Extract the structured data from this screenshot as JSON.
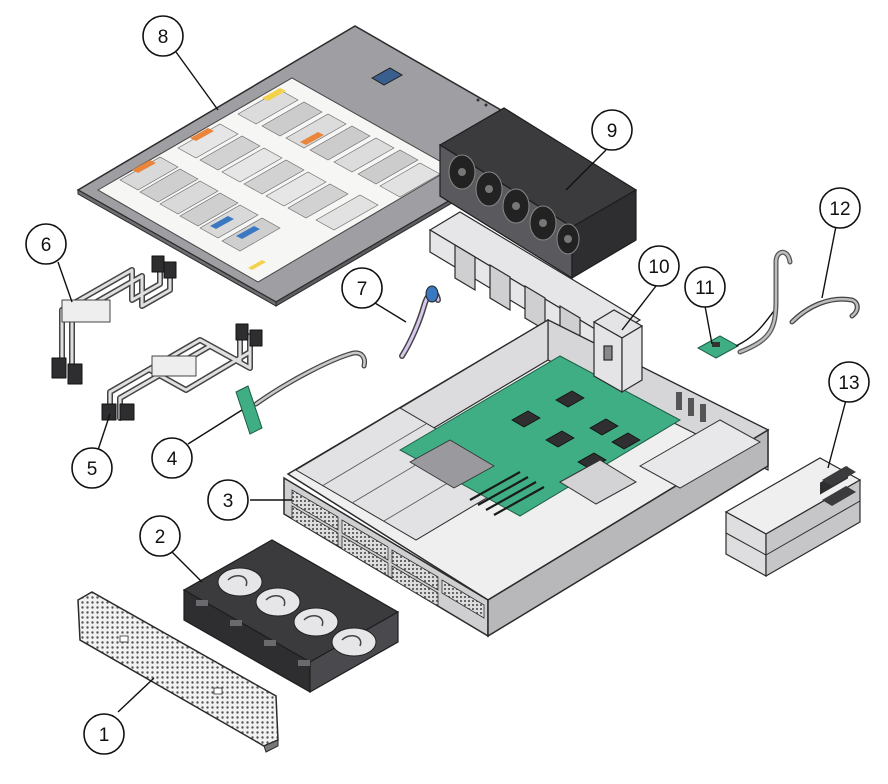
{
  "callouts": [
    {
      "id": "1",
      "label": "1"
    },
    {
      "id": "2",
      "label": "2"
    },
    {
      "id": "3",
      "label": "3"
    },
    {
      "id": "4",
      "label": "4"
    },
    {
      "id": "5",
      "label": "5"
    },
    {
      "id": "6",
      "label": "6"
    },
    {
      "id": "7",
      "label": "7"
    },
    {
      "id": "8",
      "label": "8"
    },
    {
      "id": "9",
      "label": "9"
    },
    {
      "id": "10",
      "label": "10"
    },
    {
      "id": "11",
      "label": "11"
    },
    {
      "id": "12",
      "label": "12"
    },
    {
      "id": "13",
      "label": "13"
    }
  ],
  "colors": {
    "metal_light": "#e9e9ea",
    "metal_mid": "#c9c9cb",
    "metal_dark": "#8a8a8e",
    "outline": "#2b2b2b",
    "board_green": "#3fae84",
    "cover_gray": "#9e9ea3",
    "label_yellow": "#f2d24a",
    "label_orange": "#e9863c",
    "label_blue": "#3a78c2"
  }
}
